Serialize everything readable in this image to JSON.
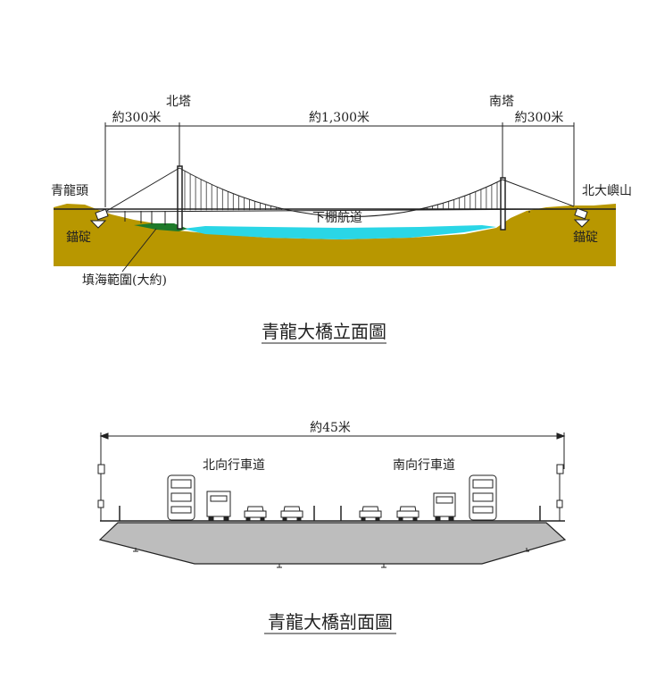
{
  "elevation": {
    "caption": "青龍大橋立面圖",
    "north_tower": "北塔",
    "south_tower": "南塔",
    "left_span": "約300米",
    "main_span": "約1,300米",
    "right_span": "約300米",
    "left_shore": "青龍頭",
    "right_shore": "北大嶼山",
    "left_anchor": "錨碇",
    "right_anchor": "錨碇",
    "channel": "下棚航道",
    "reclamation": "填海範圍(大約)"
  },
  "section": {
    "caption": "青龍大橋剖面圖",
    "width_label": "約45米",
    "northbound": "北向行車道",
    "southbound": "南向行車道"
  },
  "colors": {
    "ground": "#b89700",
    "water": "#2ad6e6",
    "reclaim": "#1f7a2a",
    "deck": "#bdbdbd"
  }
}
